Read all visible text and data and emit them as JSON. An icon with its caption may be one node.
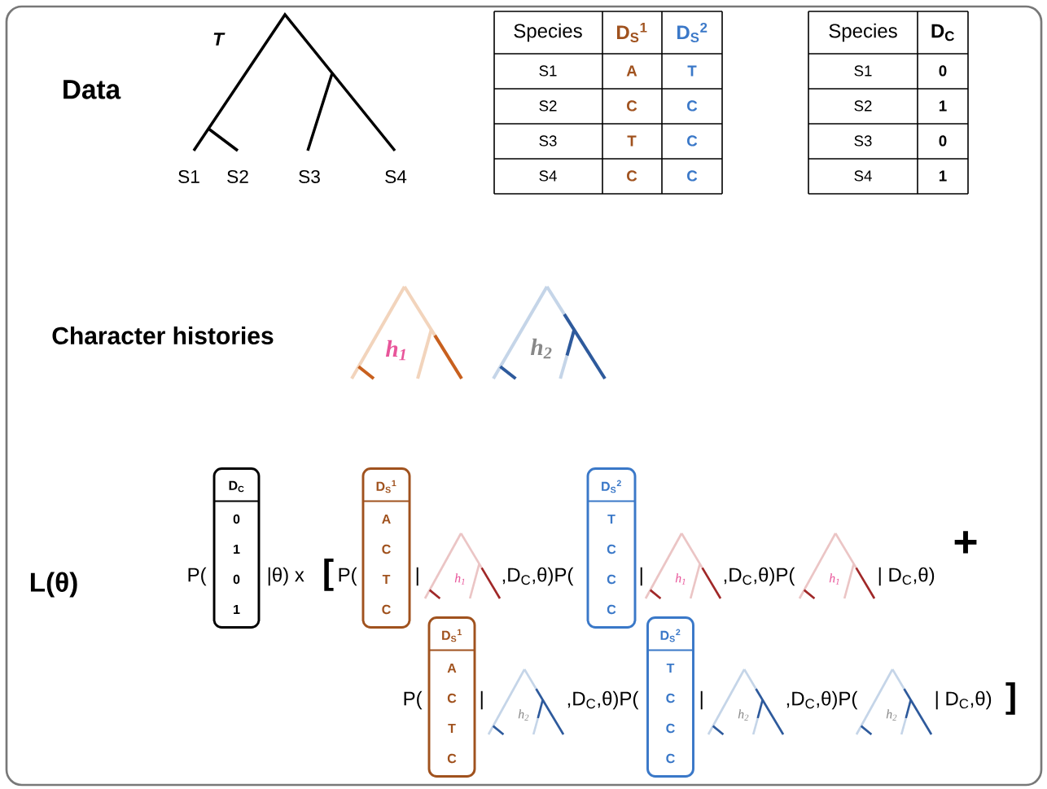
{
  "diagram": {
    "nodes": [
      {
        "text": [
          "D$_{C}$",
          "0",
          "1",
          "0",
          "1"
        ]
      },
      {
        "text": [
          "D$_{S}$$^{1}$",
          "A",
          "C",
          "T",
          "C"
        ]
      },
      {
        "text": [
          "D$_{S}$$^{2}$",
          "T",
          "C",
          "C",
          "C"
        ]
      },
      {
        "text": [
          "D$_{S}$$^{1}$",
          "A",
          "C",
          "T",
          "C"
        ]
      },
      {
        "text": [
          "D$_{S}$$^{2}$",
          "T",
          "C",
          "C",
          "C"
        ]
      }
    ],
    "labels": [
      "T",
      "Data",
      "S1",
      "S2",
      "S3",
      "S4",
      "Species",
      "D$_{S}$$^{1}$",
      "D$_{S}$$^{2}$",
      "S1",
      "A",
      "T",
      "S2",
      "C",
      "C",
      "S3",
      "T",
      "C",
      "S4",
      "C",
      "C",
      "Species",
      "D$_{C}$",
      "S1",
      "0",
      "S2",
      "1",
      "S3",
      "0",
      "S4",
      "1",
      "Character histories",
      "h$_{1}$",
      "h$_{2}$",
      "L(θ)",
      "P(",
      "|θ) x",
      "[",
      "P(",
      "|",
      "h$_{1}$",
      ",D$_{C}$,θ)P(",
      "|",
      "h$_{1}$",
      ",D$_{C}$,θ)P(",
      "h$_{1}$",
      "| D$_{C}$,θ)",
      "+",
      "P(",
      "|",
      "h$_{2}$",
      ",D$_{C}$,θ)P(",
      "|",
      "h$_{2}$",
      ",D$_{C}$,θ)P(",
      "h$_{2}$",
      "| D$_{C}$,θ)",
      "]"
    ]
  }
}
